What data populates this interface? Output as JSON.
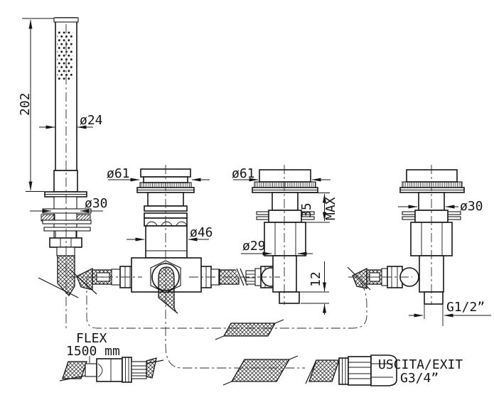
{
  "colors": {
    "ink": "#161616",
    "background": "#ffffff"
  },
  "drawing": {
    "handshower": {
      "height": "202",
      "head_diameter": "ø24",
      "shank_diameter": "ø30"
    },
    "mixer_valve": {
      "handle_diameter": "ø61",
      "body_diameter": "ø46"
    },
    "center_valve": {
      "handle_diameter": "ø61",
      "mount_depth": "35",
      "mount_depth_suffix": "MAX",
      "body_diameter": "ø29",
      "outlet_length": "12"
    },
    "right_valve": {
      "stem_diameter": "ø30",
      "outlet_thread": "G1/2”"
    },
    "flex_hose": {
      "name": "FLEX",
      "length": "1500 mm"
    },
    "outlet_connection": {
      "name": "USCITA/EXIT",
      "thread": "G3/4”"
    }
  }
}
